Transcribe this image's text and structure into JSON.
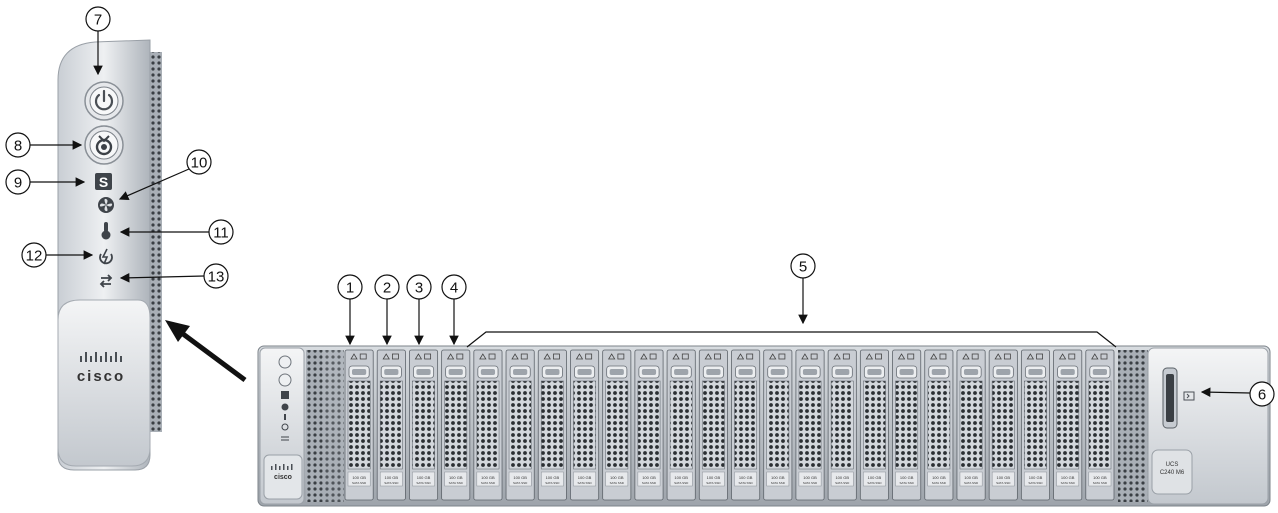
{
  "callouts": {
    "c1": "1",
    "c2": "2",
    "c3": "3",
    "c4": "4",
    "c5": "5",
    "c6": "6",
    "c7": "7",
    "c8": "8",
    "c9": "9",
    "c10": "10",
    "c11": "11",
    "c12": "12",
    "c13": "13"
  },
  "panel": {
    "brand": "cisco",
    "status_letter": "S",
    "power_icon": "power-icon",
    "locator_icon": "locator-icon",
    "fan_icon": "fan-icon",
    "temp_icon": "thermometer-icon",
    "psu_icon": "power-supply-icon",
    "network_icon": "network-link-icon"
  },
  "server": {
    "brand": "cisco",
    "model_line1": "UCS",
    "model_line2": "C240 M6",
    "drive_bays": 24,
    "drive_label": "100 GB",
    "drive_sublabel": "SATA SSD"
  },
  "colors": {
    "chassis": "#b8bec6",
    "drive_face": "#c9cdd3",
    "dark_hole": "#2b2f33",
    "line": "#111111"
  }
}
